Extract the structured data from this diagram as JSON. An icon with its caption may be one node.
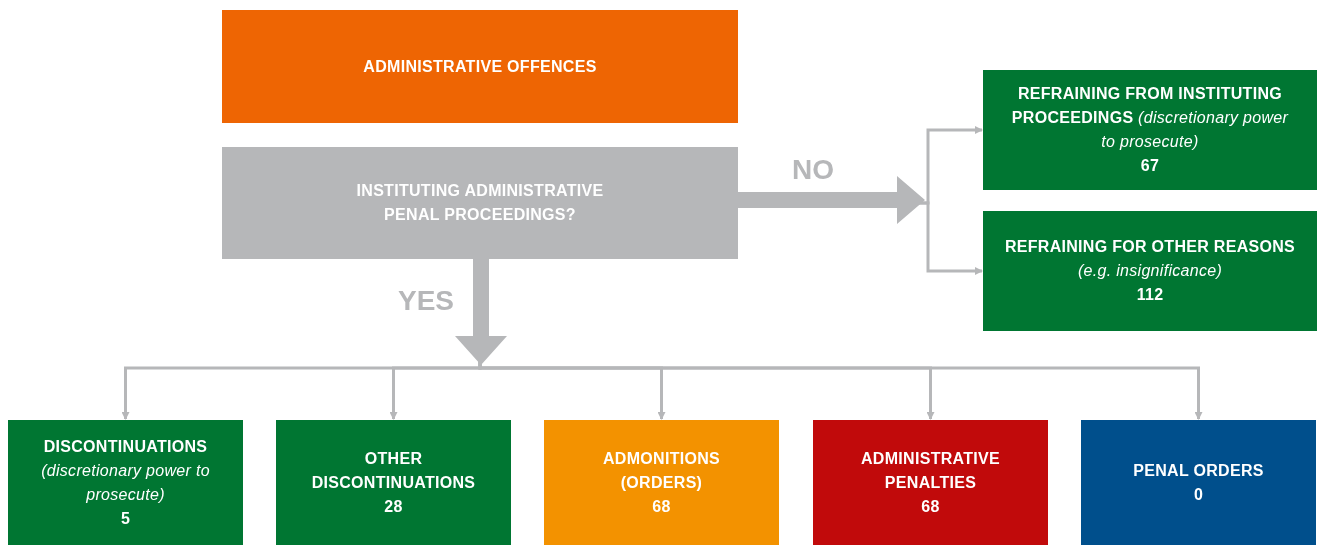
{
  "diagram": {
    "nodes": [
      {
        "text": [
          "ADMINISTRATIVE OFFENCES"
        ]
      },
      {
        "text": [
          "INSTITUTING ADMINISTRATIVE PENAL PROCEEDINGS?"
        ]
      },
      {
        "text": [
          "REFRAINING FROM INSTITUTING PROCEEDINGS  *(discretionary power to prosecute)*",
          "67"
        ]
      },
      {
        "text": [
          "REFRAINING FOR OTHER REASONS",
          "(e.g. insignificance)",
          "112"
        ]
      },
      {
        "text": [
          "DISCONTINUATIONS",
          "(discretionary power to prosecute)",
          "5"
        ]
      },
      {
        "text": [
          "OTHER DISCONTINUATIONS",
          "28"
        ]
      },
      {
        "text": [
          "ADMONITIONS (ORDERS)",
          "68"
        ]
      },
      {
        "text": [
          "ADMINISTRATIVE PENALTIES",
          "68"
        ]
      },
      {
        "text": [
          "PENAL ORDERS",
          "0"
        ]
      }
    ],
    "edges": [
      {
        "from": 1,
        "to": 2,
        "arrow": "to",
        "label": "NO"
      },
      {
        "from": 1,
        "to": 3,
        "arrow": "to"
      },
      {
        "from": 1,
        "to": 4,
        "arrow": "to",
        "label": "YES"
      },
      {
        "from": 1,
        "to": 5,
        "arrow": "to"
      },
      {
        "from": 1,
        "to": 6,
        "arrow": "to"
      },
      {
        "from": 1,
        "to": 7,
        "arrow": "to"
      },
      {
        "from": 1,
        "to": 8,
        "arrow": "to"
      }
    ]
  }
}
